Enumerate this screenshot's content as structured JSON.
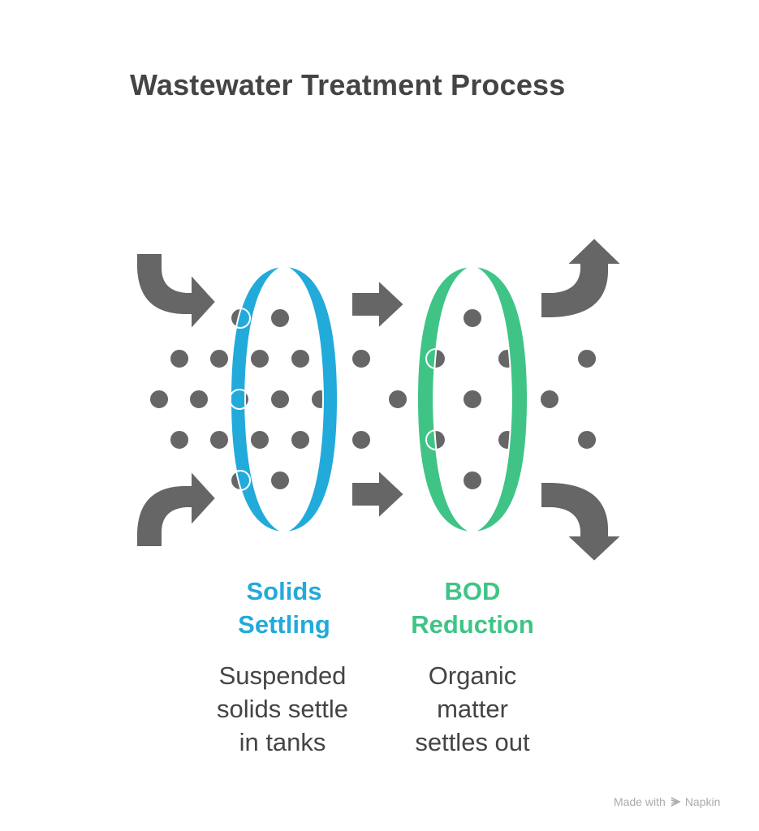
{
  "title": "Wastewater Treatment Process",
  "colors": {
    "stage1": "#22aadb",
    "stage2": "#3fc486",
    "particle": "#666666",
    "arrow": "#666666",
    "text": "#444444"
  },
  "stages": [
    {
      "title_line1": "Solids",
      "title_line2": "Settling",
      "desc_line1": "Suspended",
      "desc_line2": "solids settle",
      "desc_line3": "in tanks"
    },
    {
      "title_line1": "BOD",
      "title_line2": "Reduction",
      "desc_line1": "Organic",
      "desc_line2": "matter",
      "desc_line3": "settles out"
    }
  ],
  "icons": {
    "inflow_top": "curved-arrow-down-right-icon",
    "inflow_bottom": "curved-arrow-up-right-icon",
    "transfer": "right-arrow-icon",
    "outflow_top": "curved-arrow-up-icon",
    "outflow_bottom": "curved-arrow-down-icon",
    "filter": "ellipse-filter-icon",
    "particle": "particle-dot-icon",
    "footer_logo": "napkin-logo-icon"
  },
  "footer": {
    "made_with": "Made with",
    "brand": "Napkin"
  }
}
